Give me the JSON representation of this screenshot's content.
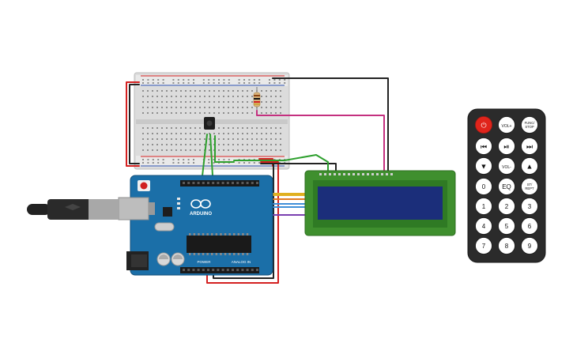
{
  "board": {
    "logo": "ARDUINO",
    "power_label": "POWER",
    "analog_label": "ANALOG IN"
  },
  "remote": {
    "buttons": [
      {
        "id": "power",
        "label": ""
      },
      {
        "id": "vol-up",
        "label": "VOL+"
      },
      {
        "id": "func-stop",
        "label": "FUNC/ STOP"
      },
      {
        "id": "prev",
        "label": ""
      },
      {
        "id": "play-pause",
        "label": ""
      },
      {
        "id": "next",
        "label": ""
      },
      {
        "id": "down",
        "label": ""
      },
      {
        "id": "vol-down",
        "label": "VOL-"
      },
      {
        "id": "up",
        "label": ""
      },
      {
        "id": "zero",
        "label": "0"
      },
      {
        "id": "eq",
        "label": "EQ"
      },
      {
        "id": "st-rept",
        "label": "ST/ REPT"
      },
      {
        "id": "one",
        "label": "1"
      },
      {
        "id": "two",
        "label": "2"
      },
      {
        "id": "three",
        "label": "3"
      },
      {
        "id": "four",
        "label": "4"
      },
      {
        "id": "five",
        "label": "5"
      },
      {
        "id": "six",
        "label": "6"
      },
      {
        "id": "seven",
        "label": "7"
      },
      {
        "id": "eight",
        "label": "8"
      },
      {
        "id": "nine",
        "label": "9"
      }
    ]
  },
  "colors": {
    "arduino_blue": "#1b6fa8",
    "lcd_green": "#3f8f2e",
    "lcd_screen": "#1b2e7a",
    "remote_body": "#2b2b2b",
    "power_button": "#e0241b",
    "wire_red": "#d42020",
    "wire_black": "#222222",
    "wire_green": "#2ea02e",
    "wire_magenta": "#c4307f",
    "wire_yellow": "#e0b020",
    "wire_blue": "#3f8fd8",
    "wire_purple": "#7a3fb0",
    "wire_orange": "#e07a20"
  }
}
